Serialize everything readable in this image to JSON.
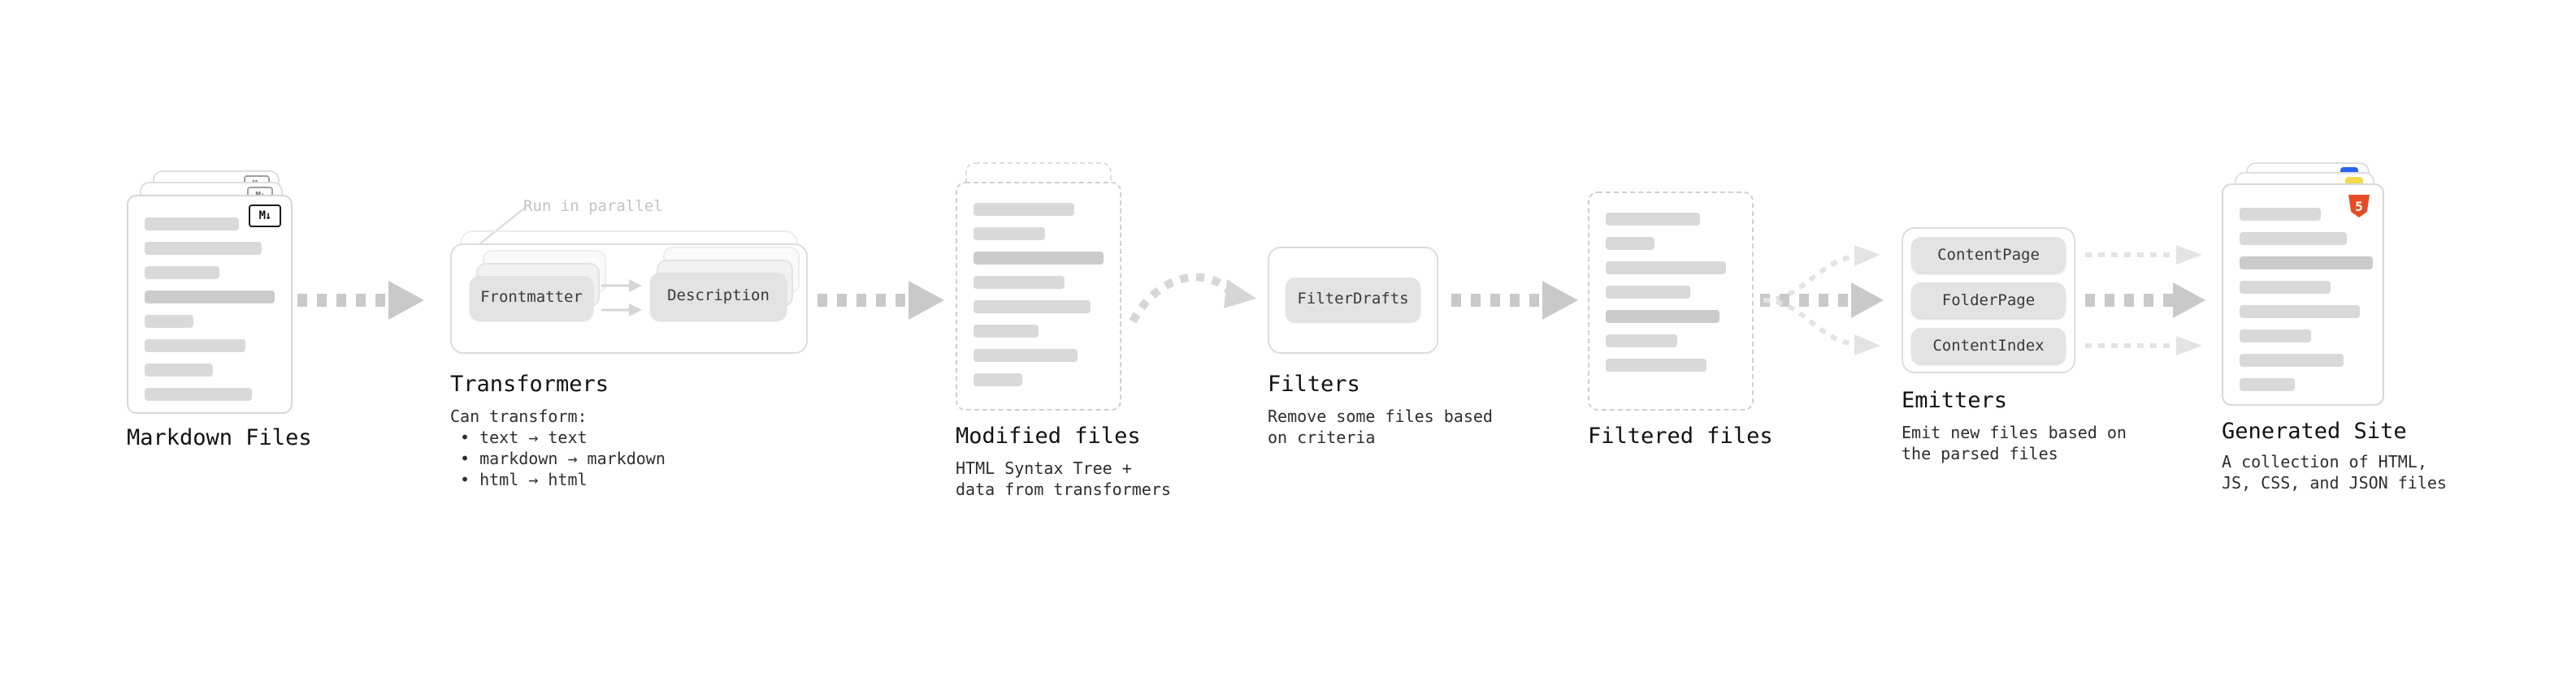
{
  "nodes": {
    "markdown_files": {
      "label": "Markdown Files",
      "badge": "M↓"
    },
    "transformers": {
      "label": "Transformers",
      "annotation": "Run in parallel",
      "buttons": [
        "Frontmatter",
        "Description"
      ],
      "can_transform_title": "Can transform:",
      "bullets": [
        "• text → text",
        "• markdown → markdown",
        "• html → html"
      ]
    },
    "modified_files": {
      "label": "Modified files",
      "description": [
        "HTML Syntax Tree +",
        "data from transformers"
      ]
    },
    "filters": {
      "label": "Filters",
      "buttons": [
        "FilterDrafts"
      ],
      "description": [
        "Remove some files based",
        "on criteria"
      ]
    },
    "filtered_files": {
      "label": "Filtered files"
    },
    "emitters": {
      "label": "Emitters",
      "buttons": [
        "ContentPage",
        "FolderPage",
        "ContentIndex"
      ],
      "description": [
        "Emit new files based on",
        "the parsed files"
      ]
    },
    "generated_site": {
      "label": "Generated Site",
      "badge": "5",
      "description": [
        "A collection of HTML,",
        "JS, CSS, and JSON files"
      ]
    }
  },
  "colors": {
    "html5_badge": "#e44d26",
    "js_badge": "#f0db4f",
    "css_badge": "#2965f1",
    "arrow": "#c9c9c9",
    "arrow_light": "#e3e3e3"
  }
}
